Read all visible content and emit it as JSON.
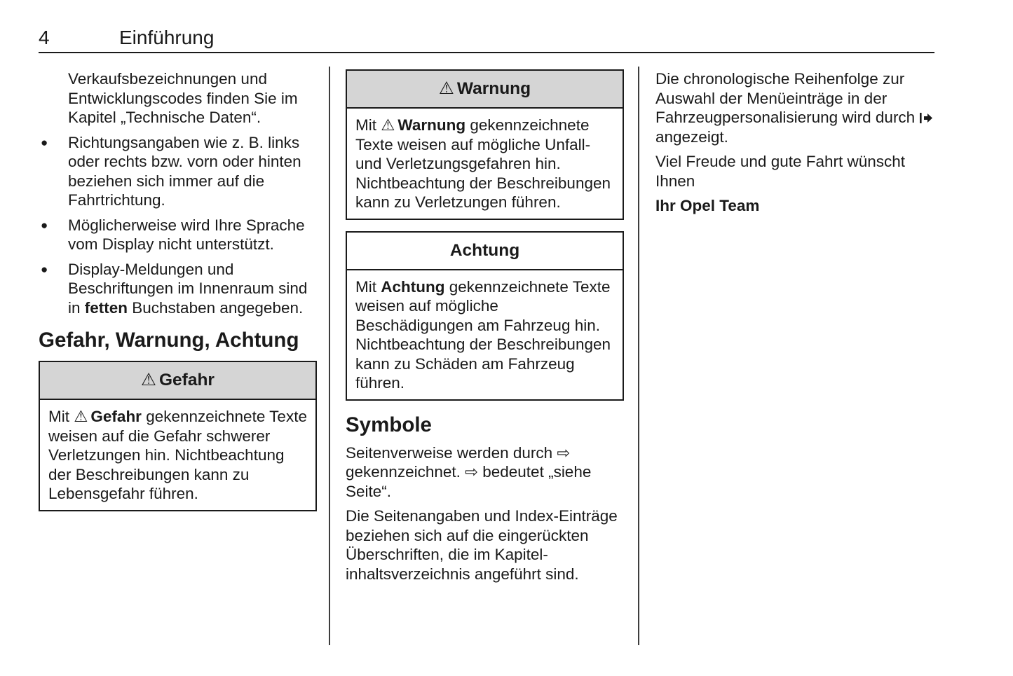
{
  "page": {
    "number": "4",
    "chapter": "Einführung"
  },
  "colors": {
    "text": "#1a1a1a",
    "box_header_gray": "#d5d5d5",
    "separator": "#3d3d3d"
  },
  "symbols": {
    "bullet": "●",
    "warning_triangle": "⚠",
    "page_reference_arrow": "⇨",
    "menu_sequence_arrow": "➧"
  },
  "column1": {
    "intro": "Verkaufsbezeichnungen und Entwicklungscodes finden Sie im Kapitel „Technische Daten“.",
    "bullets": [
      {
        "text": "Richtungsangaben wie z. B. links oder rechts bzw. vorn oder hinten beziehen sich immer auf die Fahrtrichtung."
      },
      {
        "text": "Möglicherweise wird Ihre Spra­che vom Display nicht unter­stützt."
      },
      {
        "pre": "Display-Meldungen und Beschriftungen im Innenraum sind in ",
        "bold": "fetten",
        "post": " Buchstaben ange­geben."
      }
    ],
    "section_heading": "Gefahr, Warnung, Achtung",
    "danger_box": {
      "title": "Gefahr",
      "body_pre": "Mit ",
      "body_bold": "Gefahr",
      "body_post": " gekennzeichnete Texte weisen auf die Gefahr schwerer Verletzungen hin. Nicht­beachtung der Beschreibungen kann zu Lebensgefahr führen."
    }
  },
  "column2": {
    "warning_box": {
      "title": "Warnung",
      "body_pre": "Mit ",
      "body_bold": "Warnung",
      "body_post": " gekennzeichnete Texte weisen auf mögliche Unfall- und Verletzungsgefahren hin. Nichtbeachtung der Beschreibun­gen kann zu Verletzungen führen."
    },
    "caution_box": {
      "title": "Achtung",
      "body_pre": "Mit ",
      "body_bold": "Achtung",
      "body_post": " gekennzeichnete Texte weisen auf mögliche Beschädigungen am Fahrzeug hin. Nichtbeachtung der Beschrei­bungen kann zu Schäden am Fahrzeug führen."
    },
    "symbole_heading": "Symbole",
    "symbole_p1_pre": "Seitenverweise werden durch ",
    "symbole_p1_mid": " gekennzeichnet. ",
    "symbole_p1_post": " bedeutet „siehe Seite“.",
    "symbole_p2": "Die Seitenangaben und Index-Einträge beziehen sich auf die einge­rückten Überschriften, die im Kapitel­inhaltsverzeichnis angeführt sind."
  },
  "column3": {
    "p1_pre": "Die chronologische Reihenfolge zur Auswahl der Menüeinträge in der Fahrzeugpersonalisierung wird durch ",
    "p1_post": " angezeigt.",
    "p2": "Viel Freude und gute Fahrt wünscht Ihnen",
    "p3": "Ihr Opel Team"
  }
}
